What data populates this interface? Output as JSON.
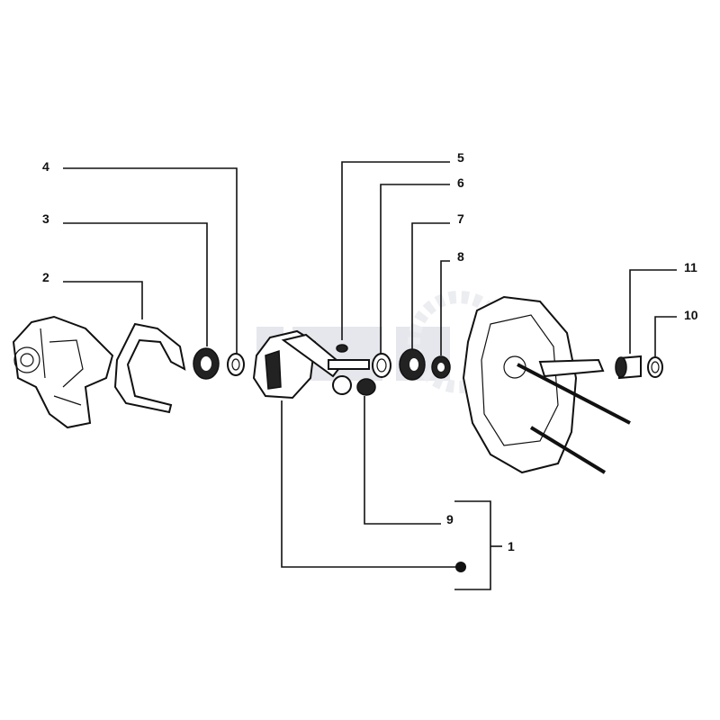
{
  "diagram": {
    "title": "Crankshaft exploded view",
    "callouts": [
      {
        "id": "1",
        "label": "1"
      },
      {
        "id": "2",
        "label": "2"
      },
      {
        "id": "3",
        "label": "3"
      },
      {
        "id": "4",
        "label": "4"
      },
      {
        "id": "5",
        "label": "5"
      },
      {
        "id": "6",
        "label": "6"
      },
      {
        "id": "7",
        "label": "7"
      },
      {
        "id": "8",
        "label": "8"
      },
      {
        "id": "9",
        "label": "9"
      },
      {
        "id": "10",
        "label": "10"
      },
      {
        "id": "11",
        "label": "11"
      }
    ],
    "colors": {
      "ink": "#111111",
      "watermark": "#c8ccd8"
    }
  }
}
